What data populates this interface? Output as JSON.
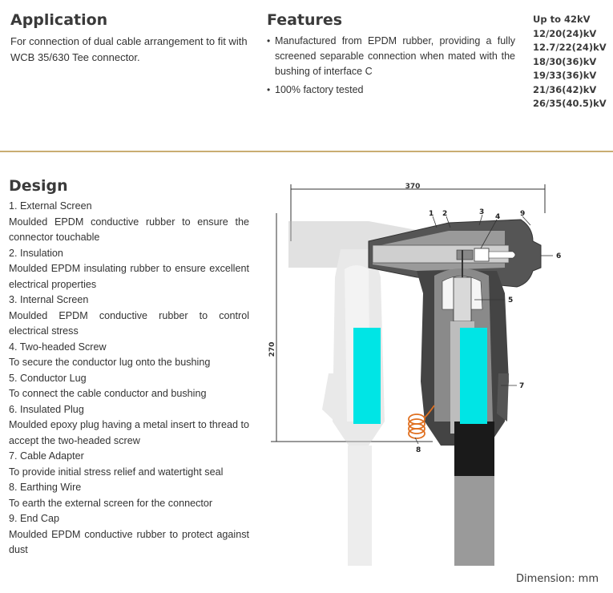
{
  "application": {
    "title": "Application",
    "text": "For connection of dual cable arrangement to fit with WCB 35/630 Tee connector."
  },
  "features": {
    "title": "Features",
    "items": [
      "Manufactured from EPDM rubber, providing a fully screened separable connection when mated with the bushing of interface C",
      "100% factory tested"
    ]
  },
  "ratings": [
    "Up to 42kV",
    "12/20(24)kV",
    "12.7/22(24)kV",
    "18/30(36)kV",
    "19/33(36)kV",
    "21/36(42)kV",
    "26/35(40.5)kV"
  ],
  "design": {
    "title": "Design",
    "items": [
      {
        "heading": "1. External Screen",
        "text": "Moulded EPDM conductive rubber to ensure the connector touchable"
      },
      {
        "heading": "2. Insulation",
        "text": "Moulded EPDM insulating rubber to ensure excellent electrical properties"
      },
      {
        "heading": "3. Internal Screen",
        "text": "Moulded EPDM conductive rubber to control electrical stress"
      },
      {
        "heading": "4. Two-headed Screw",
        "text": "To secure the conductor lug onto the bushing"
      },
      {
        "heading": "5. Conductor Lug",
        "text": "To connect the cable conductor and bushing"
      },
      {
        "heading": "6. Insulated Plug",
        "text": "Moulded epoxy plug having a metal insert to thread to accept the two-headed screw"
      },
      {
        "heading": "7. Cable Adapter",
        "text": "To provide initial stress relief and watertight seal"
      },
      {
        "heading": "8. Earthing Wire",
        "text": "To earth the external screen for the connector"
      },
      {
        "heading": "9. End Cap",
        "text": "Moulded EPDM conductive rubber to protect against dust"
      }
    ]
  },
  "drawing": {
    "dim_width": "370",
    "dim_height": "270",
    "callouts": [
      "1",
      "2",
      "3",
      "4",
      "9",
      "6",
      "5",
      "7",
      "8"
    ]
  },
  "footer": {
    "dimension_note": "Dimension: mm"
  },
  "colors": {
    "divider": "#c9ad72",
    "insert": "#00e5e5",
    "earthing_wire": "#e07020"
  }
}
